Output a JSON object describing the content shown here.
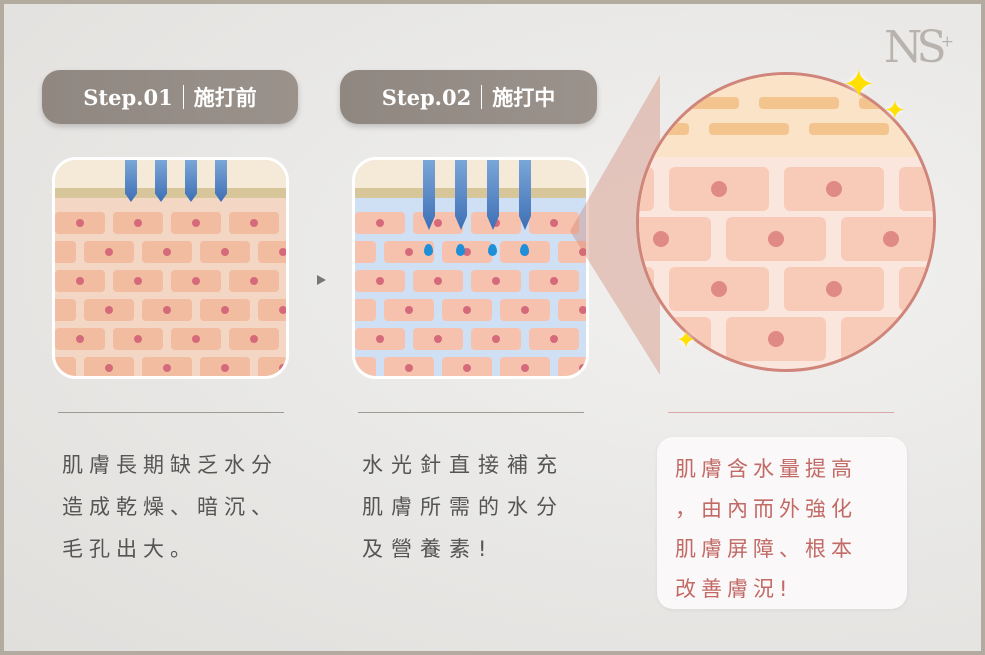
{
  "logo": {
    "text": "NS",
    "sup": "+"
  },
  "steps": [
    {
      "step": "Step.01",
      "label": "施打前",
      "description": [
        "肌膚長期缺乏水分",
        "造成乾燥、暗沉、",
        "毛孔出大。"
      ]
    },
    {
      "step": "Step.02",
      "label": "施打中",
      "description": [
        "水光針直接補充",
        "肌膚所需的水分",
        "及營養素!"
      ]
    }
  ],
  "result": {
    "description": [
      "肌膚含水量提高",
      "，由內而外強化",
      "肌膚屏障、根本",
      "改善膚況!"
    ]
  },
  "colors": {
    "pill": "#948c85",
    "accent": "#c26a65",
    "frame": "#b3aaa0"
  }
}
